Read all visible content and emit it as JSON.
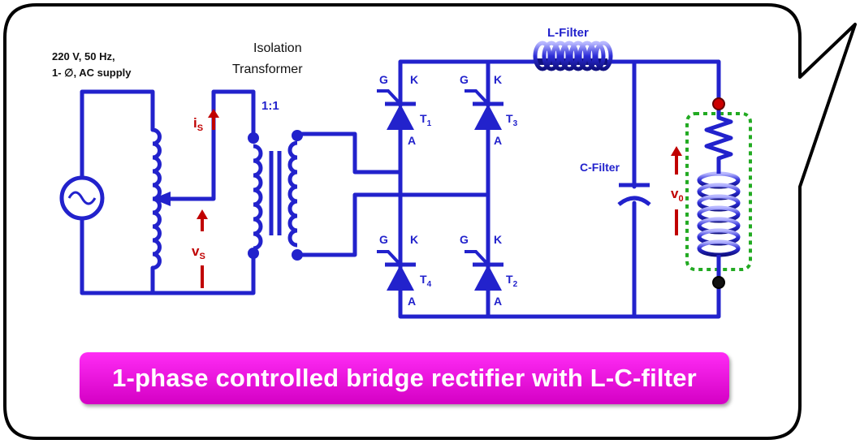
{
  "title": "1-phase controlled bridge rectifier with L-C-filter",
  "supply": {
    "line1": "220 V, 50 Hz,",
    "line2": "1- ∅, AC supply"
  },
  "transformer": {
    "line1": "Isolation",
    "line2": "Transformer",
    "ratio": "1:1"
  },
  "current_label": {
    "main": "i",
    "sub": "S"
  },
  "voltage_label": {
    "main": "v",
    "sub": "S"
  },
  "output_label": {
    "main": "v",
    "sub": "0"
  },
  "filters": {
    "inductor": "L-Filter",
    "capacitor": "C-Filter"
  },
  "thyristors": [
    {
      "gate": "G",
      "cathode": "K",
      "anode": "A",
      "name": "T",
      "sub": "1"
    },
    {
      "gate": "G",
      "cathode": "K",
      "anode": "A",
      "name": "T",
      "sub": "3"
    },
    {
      "gate": "G",
      "cathode": "K",
      "anode": "A",
      "name": "T",
      "sub": "4"
    },
    {
      "gate": "G",
      "cathode": "K",
      "anode": "A",
      "name": "T",
      "sub": "2"
    }
  ],
  "colors": {
    "wire": "#2222cc",
    "arrow": "#c00000",
    "banner": "#e600d8",
    "load_box": "#22aa22"
  }
}
